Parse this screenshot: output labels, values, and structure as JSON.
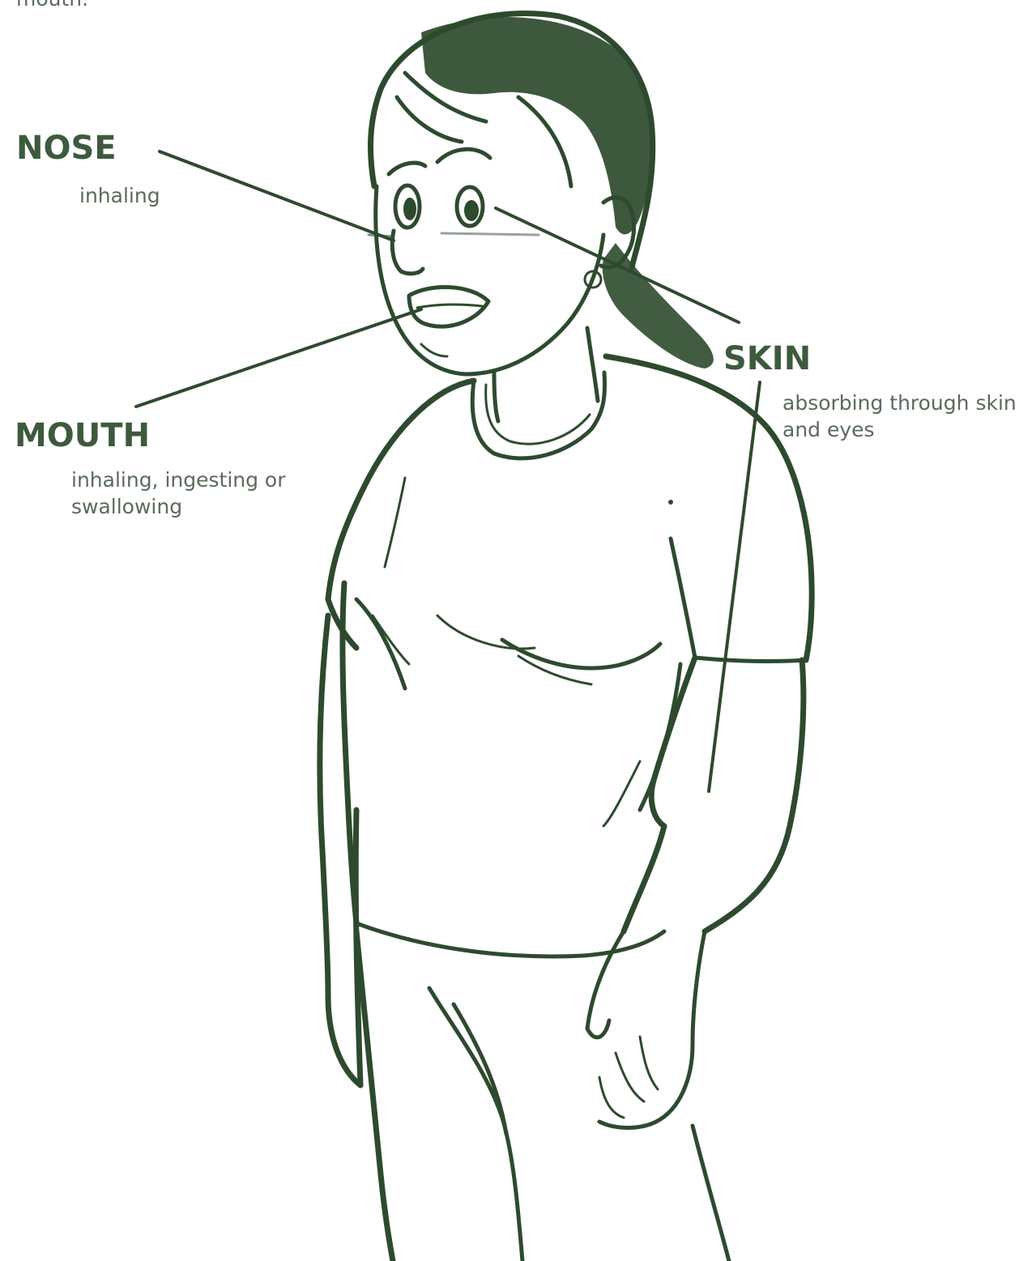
{
  "top_fragment": "mouth.",
  "labels": {
    "nose": {
      "title": "NOSE",
      "description": "inhaling"
    },
    "mouth": {
      "title": "MOUTH",
      "description": "inhaling, ingesting or swallowing"
    },
    "skin": {
      "title": "SKIN",
      "description": "absorbing through skin and eyes"
    }
  },
  "colors": {
    "ink": "#2e4a2e",
    "heading": "#3d5a3d",
    "body_text": "#5b6b5b",
    "background": "#ffffff"
  }
}
